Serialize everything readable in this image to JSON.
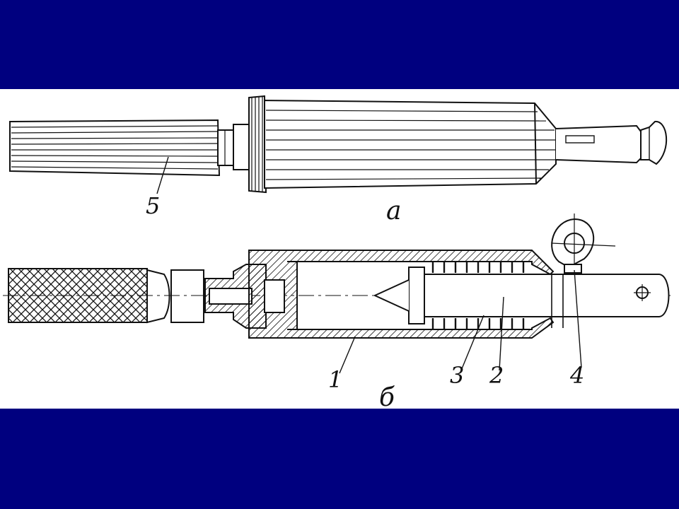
{
  "colors": {
    "frame": "#00007f",
    "paper": "#ffffff",
    "ink": "#111111"
  },
  "figure": {
    "view_a": {
      "caption": "а",
      "callouts": [
        {
          "label": "5"
        }
      ]
    },
    "view_b": {
      "caption": "б",
      "callouts": [
        {
          "label": "1"
        },
        {
          "label": "3"
        },
        {
          "label": "2"
        },
        {
          "label": "4"
        }
      ]
    }
  }
}
